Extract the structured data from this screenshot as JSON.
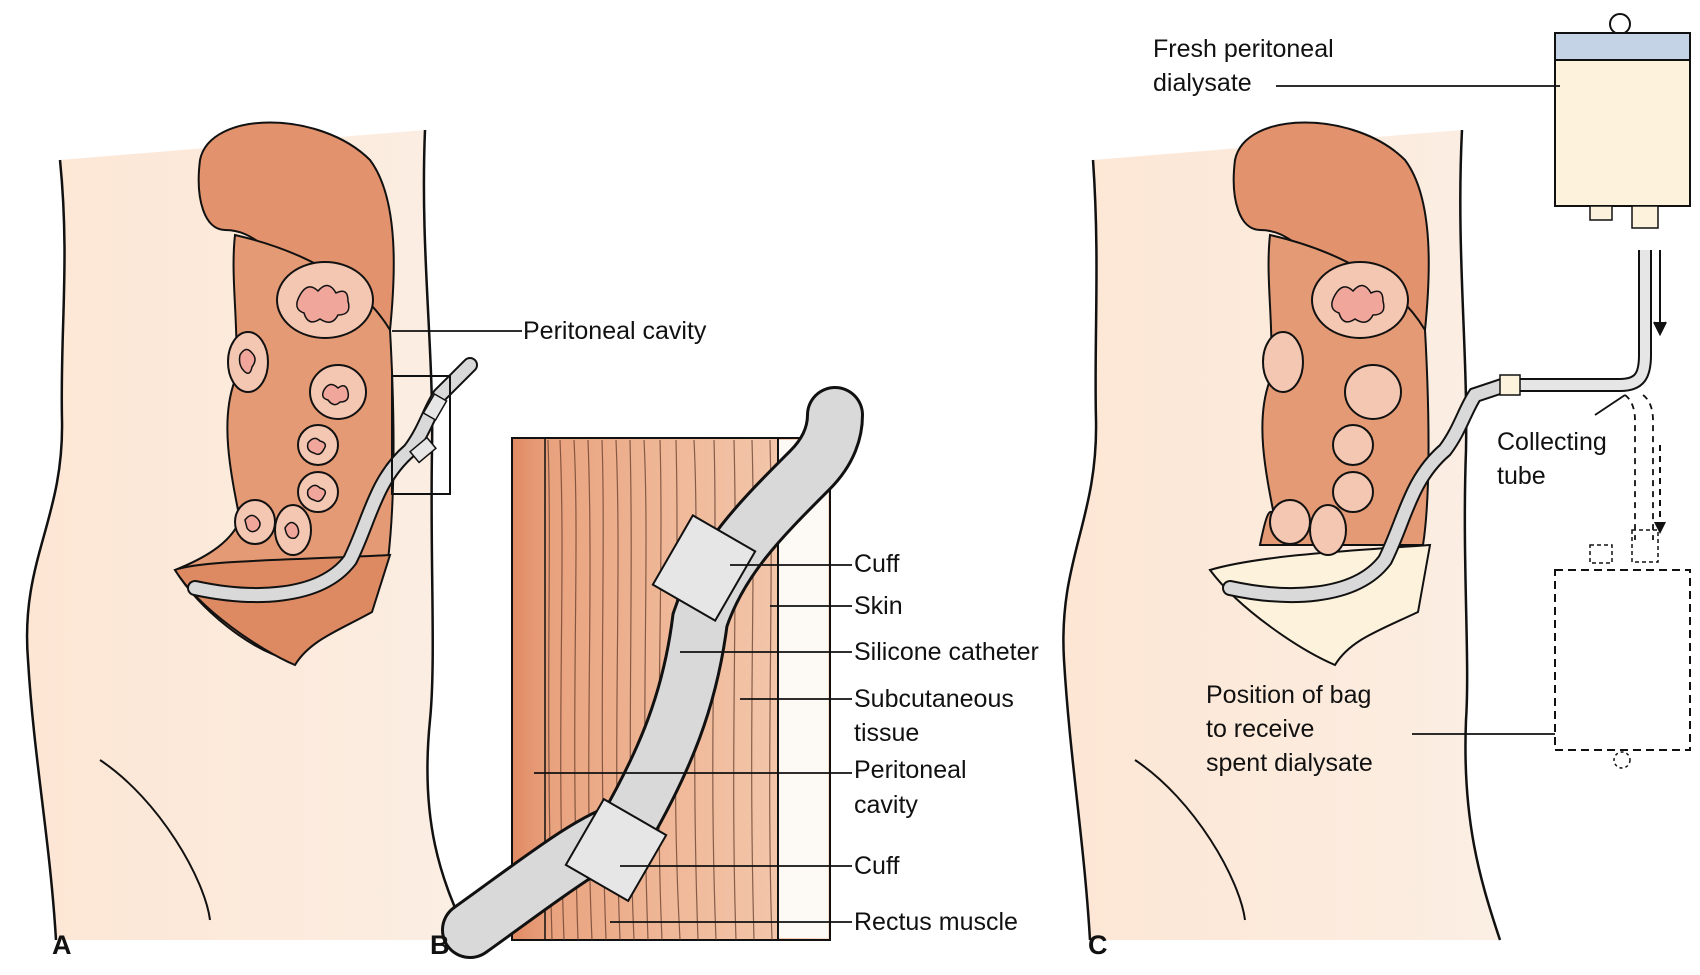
{
  "panels": {
    "a": "A",
    "b": "B",
    "c": "C"
  },
  "labels": {
    "peritoneal_cavity_a": "Peritoneal cavity",
    "cuff_top": "Cuff",
    "skin": "Skin",
    "silicone_catheter": "Silicone catheter",
    "subcutaneous_1": "Subcutaneous",
    "subcutaneous_2": "tissue",
    "peritoneal_1": "Peritoneal",
    "peritoneal_2": "cavity",
    "cuff_bottom": "Cuff",
    "rectus_muscle": "Rectus muscle",
    "fresh_1": "Fresh peritoneal",
    "fresh_2": "dialysate",
    "collecting_1": "Collecting",
    "collecting_2": "tube",
    "position_1": "Position of bag",
    "position_2": "to receive",
    "position_3": "spent dialysate"
  },
  "colors": {
    "skin": "#fbe7d6",
    "organ": "#e2926c",
    "organ_dark": "#d8805a",
    "loop": "#f3c7b2",
    "catheter": "#d9d9d9",
    "fluid": "#fdf3dc",
    "bag_cap": "#c5d3e6",
    "line": "#111111"
  }
}
